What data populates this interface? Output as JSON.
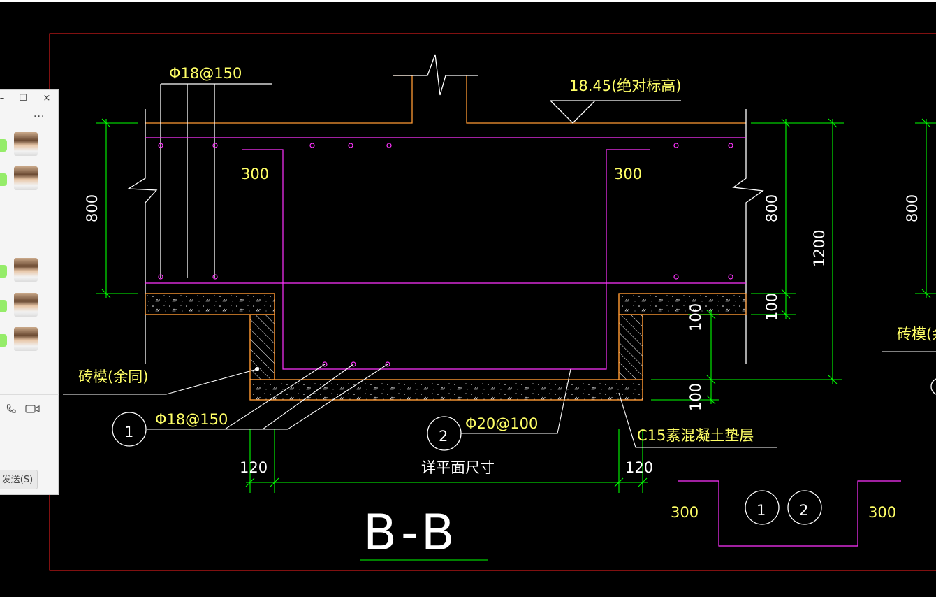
{
  "drawing": {
    "rebar_top_left": "Φ18@150",
    "elevation": "18.45(绝对标高)",
    "dim_300_left": "300",
    "dim_300_right": "300",
    "dim_800_left": "800",
    "dim_800_right": "800",
    "dim_800_far_right": "800",
    "dim_1200": "1200",
    "dim_100_a": "100",
    "dim_100_b": "100",
    "dim_100_c": "100",
    "brick_mold": "砖模(余同)",
    "brick_mold_right": "砖模(余",
    "callout_1": "1",
    "rebar_callout_1": "Φ18@150",
    "callout_2": "2",
    "rebar_callout_2": "Φ20@100",
    "cushion_layer": "C15素混凝土垫层",
    "dim_120_left": "120",
    "dim_120_right": "120",
    "plan_dimension": "详平面尺寸",
    "section_title": "B-B",
    "detail_300_left": "300",
    "detail_300_right": "300",
    "detail_callout_1": "1",
    "detail_callout_2": "2"
  },
  "chat_window": {
    "minimize": "–",
    "maximize": "☐",
    "close": "×",
    "more": "···",
    "send_button": "发送(S)",
    "phone_icon": "phone-icon",
    "video_icon": "video-icon"
  },
  "colors": {
    "background": "#000000",
    "frame": "#ff2020",
    "slab": "#ff9933",
    "rebar": "#ff33ff",
    "dimension": "#00ff00",
    "text": "#ffff66",
    "line": "#ffffff",
    "chat_bubble": "#95ec69"
  }
}
